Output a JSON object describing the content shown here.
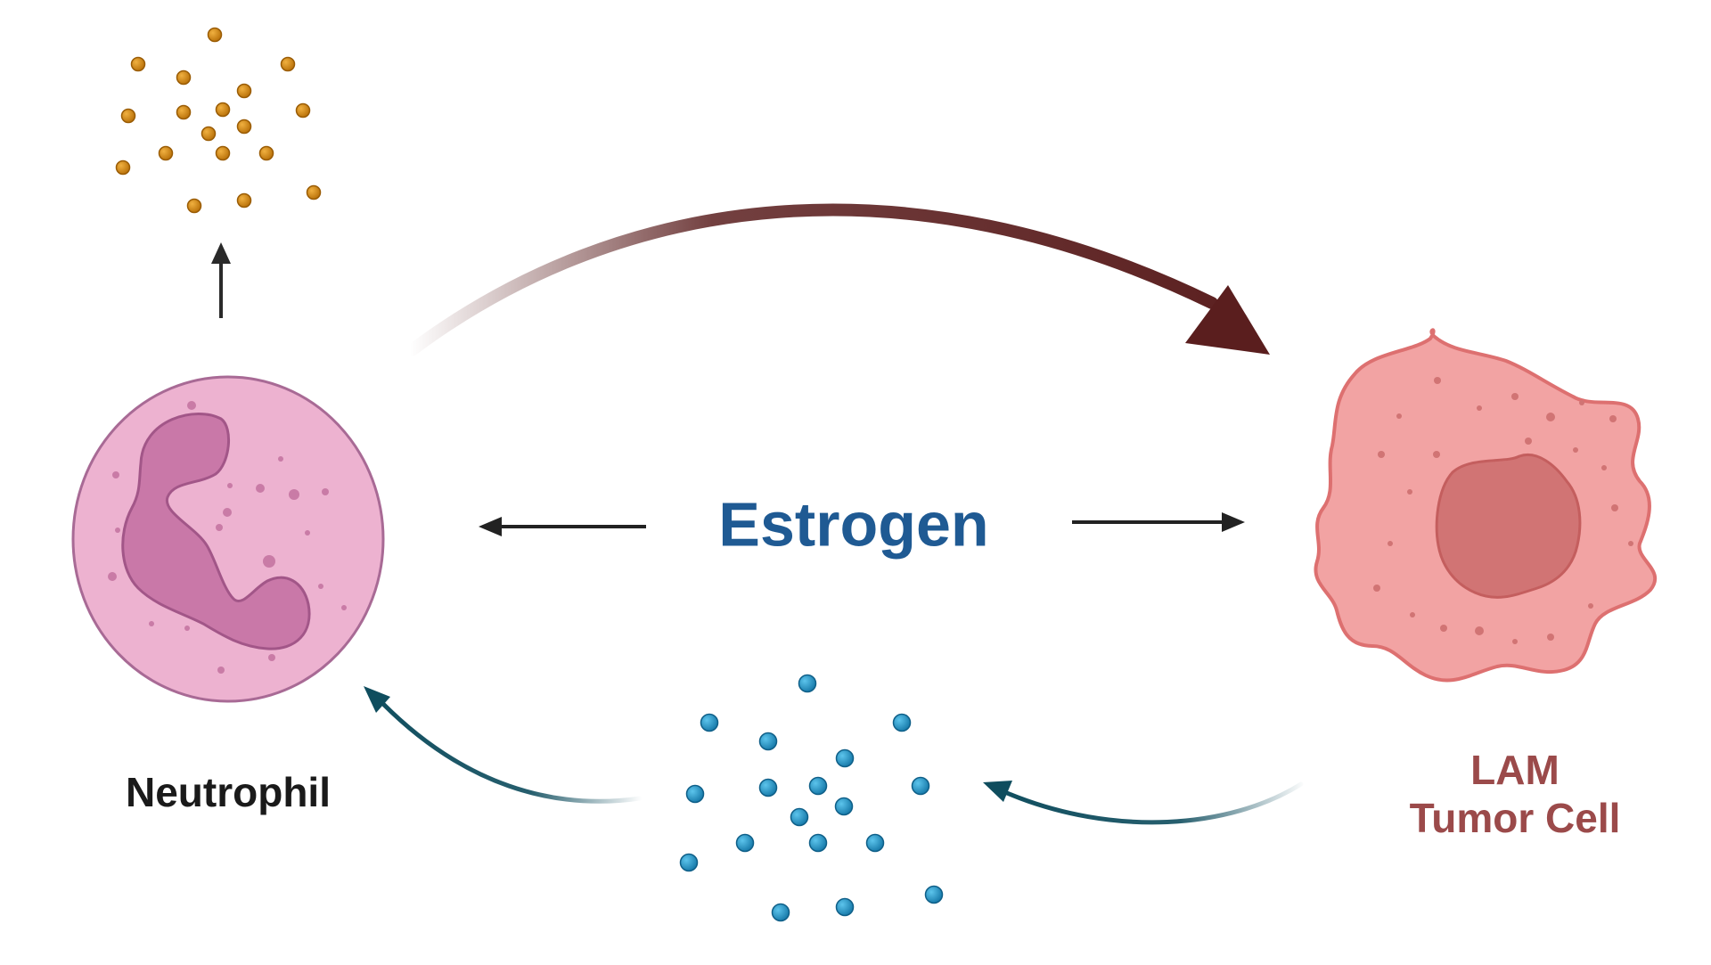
{
  "labels": {
    "center": "Estrogen",
    "left_cell": "Neutrophil",
    "right_cell_line1": "LAM",
    "right_cell_line2": "Tumor Cell"
  },
  "colors": {
    "estrogen_text": "#1F5A93",
    "neutrophil_text": "#1a1a1a",
    "tumor_text": "#9B4A4A",
    "big_arrow": "#5A1E1E",
    "return_arrow": "#0F4D5E",
    "orange_dot": "#D68A12",
    "blue_dot": "#1E9BD0",
    "neutrophil_body": "#EDB2D0",
    "neutrophil_nucleus": "#C978A8",
    "tumor_body": "#F2A3A3",
    "tumor_nucleus": "#D17474"
  },
  "icons": {
    "neutrophil": "neutrophil-cell-icon",
    "tumor": "lam-tumor-cell-icon",
    "orange_particles": "orange-particles-cluster",
    "blue_particles": "blue-particles-cluster"
  }
}
